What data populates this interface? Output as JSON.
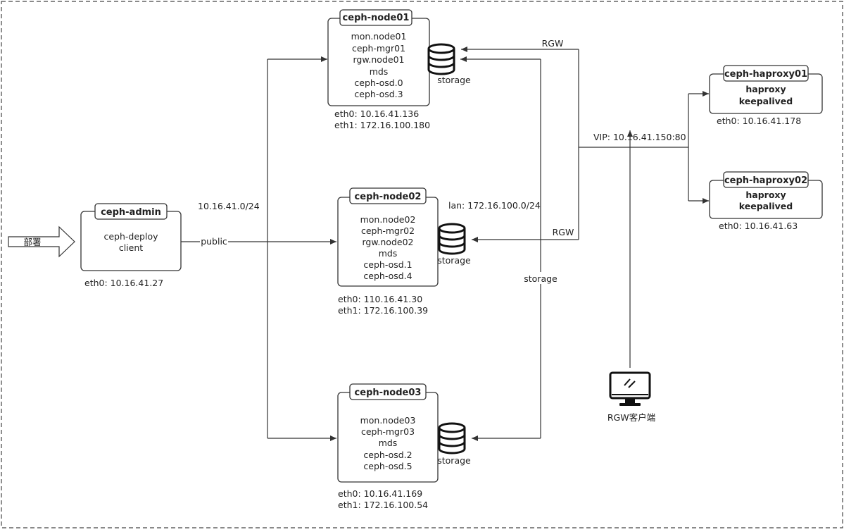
{
  "deploy_label": "部署",
  "admin": {
    "title": "ceph-admin",
    "lines": [
      "ceph-deploy",
      "client"
    ],
    "eth0": "eth0: 10.16.41.27"
  },
  "network": {
    "public_subnet": "10.16.41.0/24",
    "public_label": "public",
    "lan_label": "lan: 172.16.100.0/24",
    "storage_label": "storage"
  },
  "nodes": [
    {
      "title": "ceph-node01",
      "lines": [
        "mon.node01",
        "ceph-mgr01",
        "rgw.node01",
        "mds",
        "ceph-osd.0",
        "ceph-osd.3"
      ],
      "eth0": "eth0: 10.16.41.136",
      "eth1": "eth1: 172.16.100.180",
      "storage": "storage",
      "rgw": "RGW"
    },
    {
      "title": "ceph-node02",
      "lines": [
        "mon.node02",
        "ceph-mgr02",
        "rgw.node02",
        "mds",
        "ceph-osd.1",
        "ceph-osd.4"
      ],
      "eth0": "eth0: 110.16.41.30",
      "eth1": "eth1: 172.16.100.39",
      "storage": "storage",
      "rgw": "RGW"
    },
    {
      "title": "ceph-node03",
      "lines": [
        "mon.node03",
        "ceph-mgr03",
        "mds",
        "ceph-osd.2",
        "ceph-osd.5"
      ],
      "eth0": "eth0: 10.16.41.169",
      "eth1": "eth1: 172.16.100.54",
      "storage": "storage"
    }
  ],
  "vip": "VIP: 10.16.41.150:80",
  "haproxy": [
    {
      "title": "ceph-haproxy01",
      "lines": [
        "haproxy",
        "keepalived"
      ],
      "eth0": "eth0: 10.16.41.178"
    },
    {
      "title": "ceph-haproxy02",
      "lines": [
        "haproxy",
        "keepalived"
      ],
      "eth0": "eth0: 10.16.41.63"
    }
  ],
  "client": {
    "label": "RGW客户端",
    "icon": "monitor-icon"
  }
}
